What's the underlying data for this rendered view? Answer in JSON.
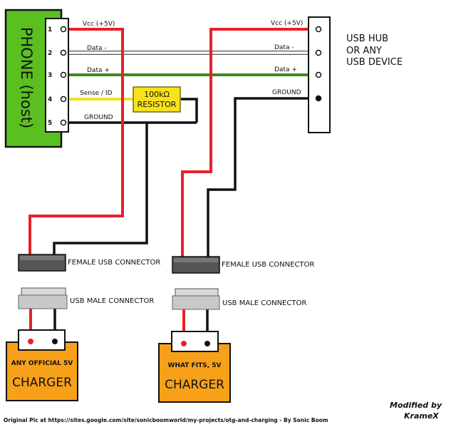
{
  "phone": {
    "label": "PHONE (host)",
    "pins": [
      "1",
      "2",
      "3",
      "4",
      "5"
    ],
    "pin_labels": [
      "Vcc (+5V)",
      "Data -",
      "Data +",
      "Sense / ID",
      "GROUND"
    ]
  },
  "resistor": {
    "line1": "100kΩ",
    "line2": "RESISTOR"
  },
  "device": {
    "label_lines": [
      "USB HUB",
      "OR ANY",
      "USB DEVICE"
    ],
    "pin_labels": [
      "Vcc (+5V)",
      "Data -",
      "Data +",
      "GROUND"
    ]
  },
  "connectors": {
    "female_left": "FEMALE USB CONNECTOR",
    "female_right": "FEMALE USB CONNECTOR",
    "male_left": "USB MALE CONNECTOR",
    "male_right": "USB MALE CONNECTOR"
  },
  "chargers": {
    "left_top": "ANY OFFICIAL 5V",
    "left_main": "CHARGER",
    "right_top": "WHAT FITS, 5V",
    "right_main": "CHARGER"
  },
  "credits": {
    "original": "Original Pic at https://sites.google.com/site/sonicboomworld/my-projects/otg-and-charging - By Sonic Boom",
    "modified_line1": "Modified by",
    "modified_line2": "KrameX"
  },
  "colors": {
    "vcc_wire": "#e8202a",
    "data_minus_wire": "#ffffff",
    "data_plus_wire": "#3d8a1c",
    "sense_wire": "#f0e020",
    "ground_wire": "#111111",
    "phone_body": "#5bbf22",
    "charger_body": "#f7a019",
    "resistor_body": "#f7e21b"
  }
}
